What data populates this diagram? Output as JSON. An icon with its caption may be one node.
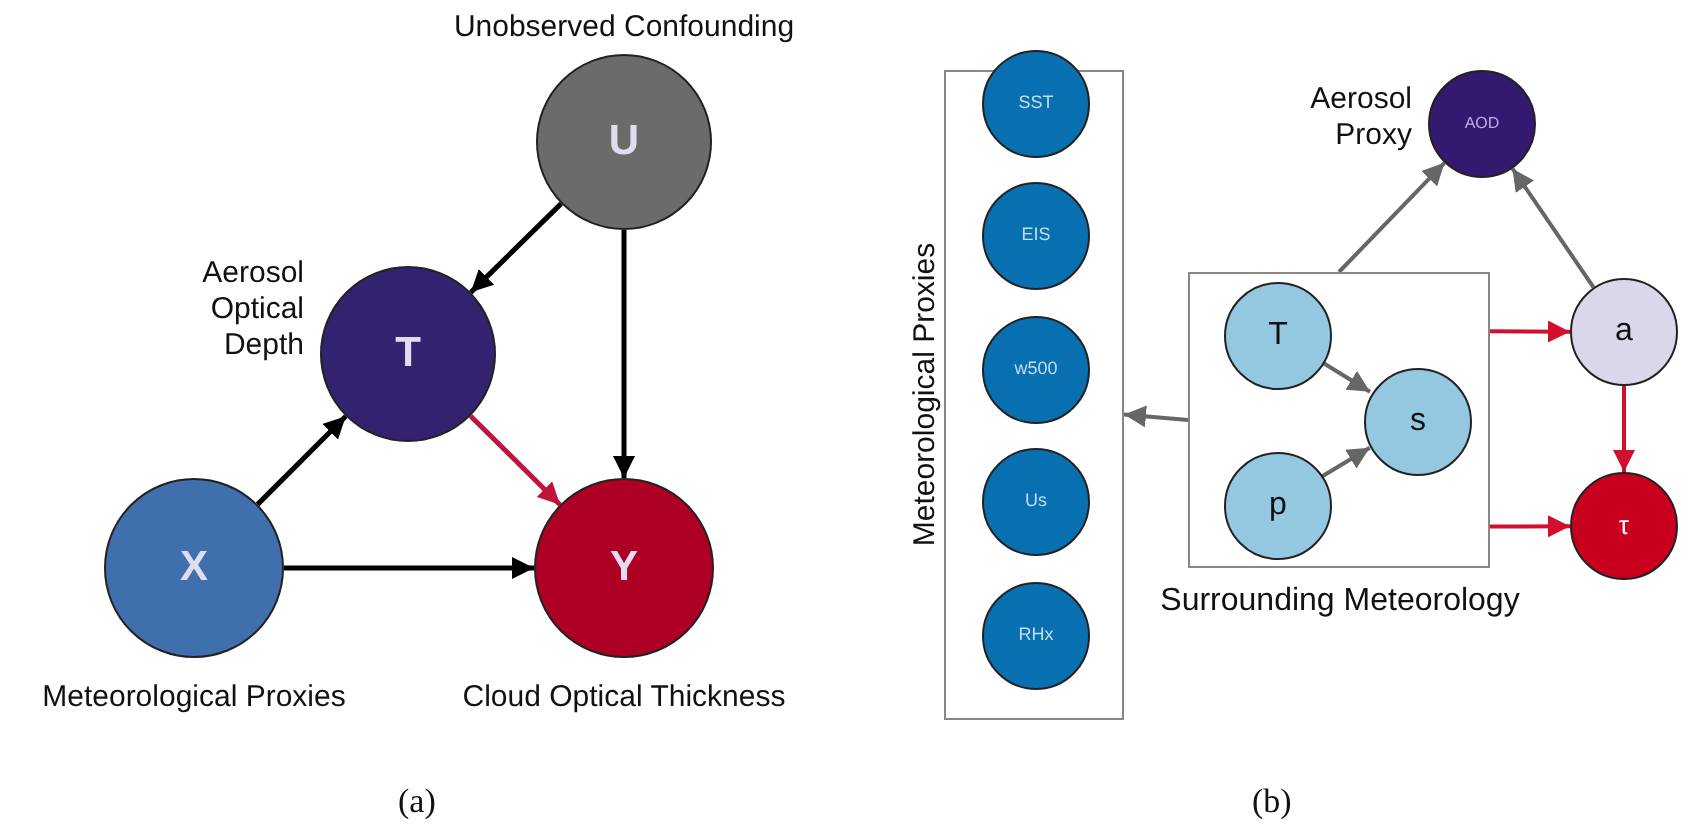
{
  "diagram": {
    "nodes": [
      {
        "text": [
          "U"
        ],
        "beside": [
          "Unobserved Confounding"
        ]
      },
      {
        "text": [
          "T"
        ],
        "beside": [
          "Aerosol Optical Depth"
        ]
      },
      {
        "text": [
          "X"
        ],
        "beside": [
          "Meteorological Proxies"
        ]
      },
      {
        "text": [
          "Y"
        ],
        "beside": [
          "Cloud Optical Thickness"
        ]
      },
      {
        "text": [
          "Meteorological Proxies"
        ]
      },
      {
        "text": [
          "SST"
        ],
        "in": 4
      },
      {
        "text": [
          "EIS"
        ],
        "in": 4
      },
      {
        "text": [
          "w500"
        ],
        "in": 4
      },
      {
        "text": [
          "Us"
        ],
        "in": 4
      },
      {
        "text": [
          "RHx"
        ],
        "in": 4
      },
      {
        "text": [
          "AOD"
        ],
        "beside": [
          "Aerosol Proxy"
        ]
      },
      {
        "text": [
          "Surrounding Meteorology"
        ]
      },
      {
        "text": [
          "T"
        ],
        "in": 11
      },
      {
        "text": [
          "p"
        ],
        "in": 11
      },
      {
        "text": [
          "s"
        ],
        "in": 11
      },
      {
        "text": [
          "a"
        ]
      },
      {
        "text": [
          "τ"
        ]
      }
    ],
    "edges": [
      {
        "from": 0,
        "to": 1,
        "arrow": "to",
        "color": "#000000"
      },
      {
        "from": 0,
        "to": 3,
        "arrow": "to",
        "color": "#000000"
      },
      {
        "from": 1,
        "to": 3,
        "arrow": "to",
        "color": "#c0143c"
      },
      {
        "from": 2,
        "to": 1,
        "arrow": "to",
        "color": "#000000"
      },
      {
        "from": 2,
        "to": 3,
        "arrow": "to",
        "color": "#000000"
      },
      {
        "from": 11,
        "to": 10,
        "arrow": "to",
        "color": "#666666"
      },
      {
        "from": 15,
        "to": 10,
        "arrow": "to",
        "color": "#666666"
      },
      {
        "from": 11,
        "to": 4,
        "arrow": "to",
        "color": "#666666"
      },
      {
        "from": 12,
        "to": 14,
        "arrow": "to",
        "color": "#666666"
      },
      {
        "from": 13,
        "to": 14,
        "arrow": "to",
        "color": "#666666"
      },
      {
        "from": 11,
        "to": 15,
        "arrow": "to",
        "color": "#d0102c"
      },
      {
        "from": 11,
        "to": 16,
        "arrow": "to",
        "color": "#d0102c"
      },
      {
        "from": 15,
        "to": 16,
        "arrow": "to",
        "color": "#d0102c"
      }
    ],
    "labels": [
      "(a)",
      "(b)"
    ]
  }
}
